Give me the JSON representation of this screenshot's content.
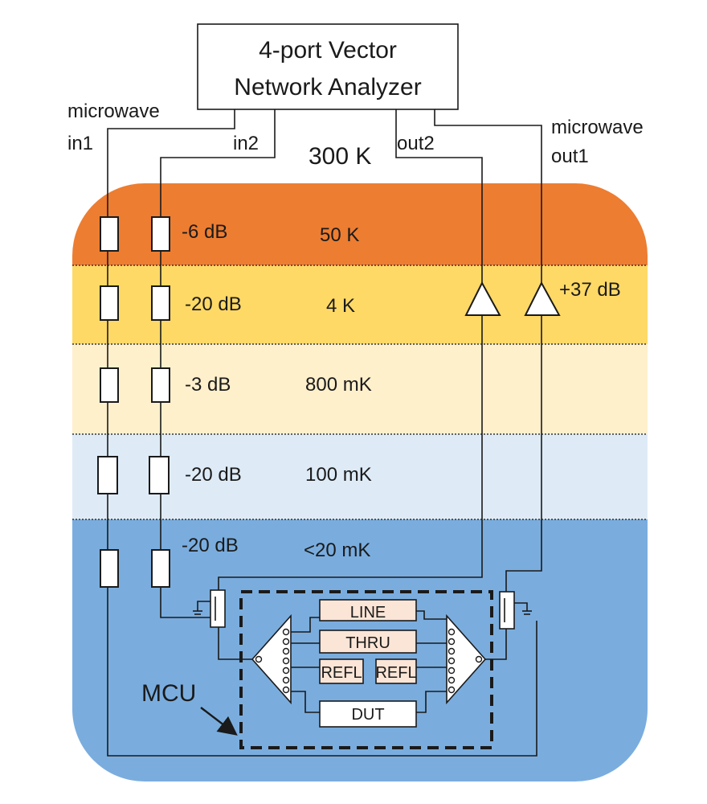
{
  "vna": {
    "line1": "4-port Vector",
    "line2": "Network Analyzer"
  },
  "ports": {
    "in1": "in1",
    "in2": "in2",
    "out2": "out2",
    "out1": "out1",
    "microwave_in": "microwave",
    "microwave_out": "microwave"
  },
  "room_temp": "300 K",
  "stages": [
    {
      "temp": "50 K",
      "atten": "-6 dB",
      "color": "#ED7D31"
    },
    {
      "temp": "4 K",
      "atten": "-20 dB",
      "color": "#FFD966"
    },
    {
      "temp": "800 mK",
      "atten": "-3 dB",
      "color": "#FFF0CC"
    },
    {
      "temp": "100 mK",
      "atten": "-20 dB",
      "color": "#DEEBF7"
    },
    {
      "temp": "<20 mK",
      "atten": "-20 dB",
      "color": "#7AADDE"
    }
  ],
  "amplifier_gain": "+37 dB",
  "mcu_label": "MCU",
  "cal_standards": [
    "LINE",
    "THRU",
    "REFL",
    "REFL",
    "DUT"
  ],
  "colors": {
    "standard_fill": "#FBE5D6",
    "dut_fill": "#FFFFFF",
    "wire": "#1a1a1a"
  }
}
